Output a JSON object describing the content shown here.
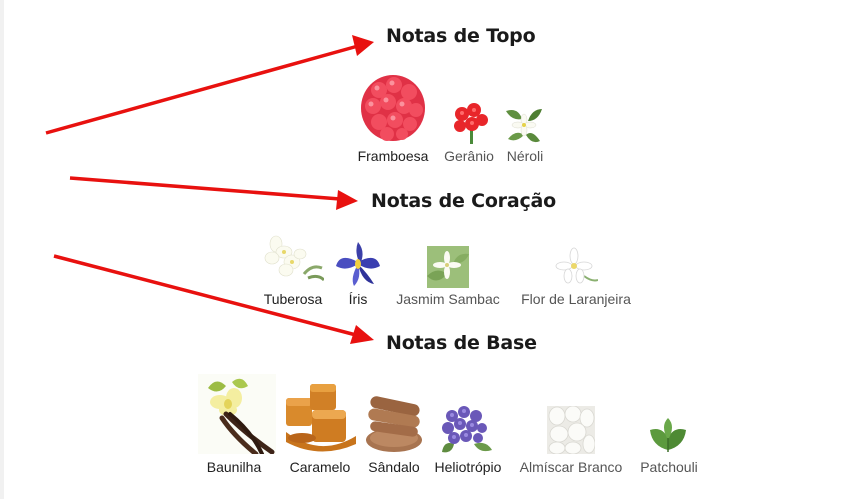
{
  "sections": {
    "top": {
      "title": "Notas de Topo",
      "notes": [
        {
          "label": "Framboesa",
          "icon": "raspberry-icon"
        },
        {
          "label": "Gerânio",
          "icon": "geranium-icon"
        },
        {
          "label": "Néroli",
          "icon": "neroli-icon"
        }
      ]
    },
    "heart": {
      "title": "Notas de Coração",
      "notes": [
        {
          "label": "Tuberosa",
          "icon": "tuberose-icon"
        },
        {
          "label": "Íris",
          "icon": "iris-icon"
        },
        {
          "label": "Jasmim Sambac",
          "icon": "jasmine-icon"
        },
        {
          "label": "Flor de Laranjeira",
          "icon": "orange-blossom-icon"
        }
      ]
    },
    "base": {
      "title": "Notas de Base",
      "notes": [
        {
          "label": "Baunilha",
          "icon": "vanilla-icon"
        },
        {
          "label": "Caramelo",
          "icon": "caramel-icon"
        },
        {
          "label": "Sândalo",
          "icon": "sandalwood-icon"
        },
        {
          "label": "Heliotrópio",
          "icon": "heliotrope-icon"
        },
        {
          "label": "Almíscar Branco",
          "icon": "white-musk-icon"
        },
        {
          "label": "Patchouli",
          "icon": "patchouli-icon"
        }
      ]
    }
  },
  "colors": {
    "arrow": "#e8110f",
    "heading": "#1a1a1a"
  }
}
